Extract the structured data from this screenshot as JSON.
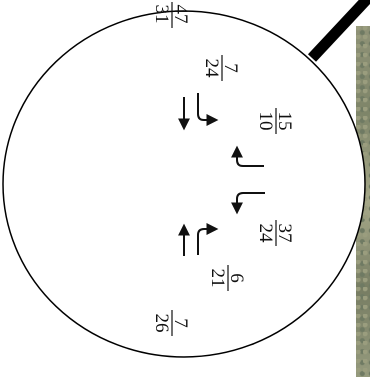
{
  "fractions": [
    {
      "numerator": "47",
      "denominator": "31"
    },
    {
      "numerator": "7",
      "denominator": "24"
    },
    {
      "numerator": "15",
      "denominator": "10"
    },
    {
      "numerator": "37",
      "denominator": "24"
    },
    {
      "numerator": "6",
      "denominator": "21"
    },
    {
      "numerator": "7",
      "denominator": "26"
    }
  ],
  "colors": {
    "ink": "#111111",
    "background": "#ffffff",
    "photo": "#8f9277"
  },
  "icons": [
    "straight-arrow-icon",
    "right-turn-arrow-icon",
    "left-turn-arrow-icon"
  ]
}
